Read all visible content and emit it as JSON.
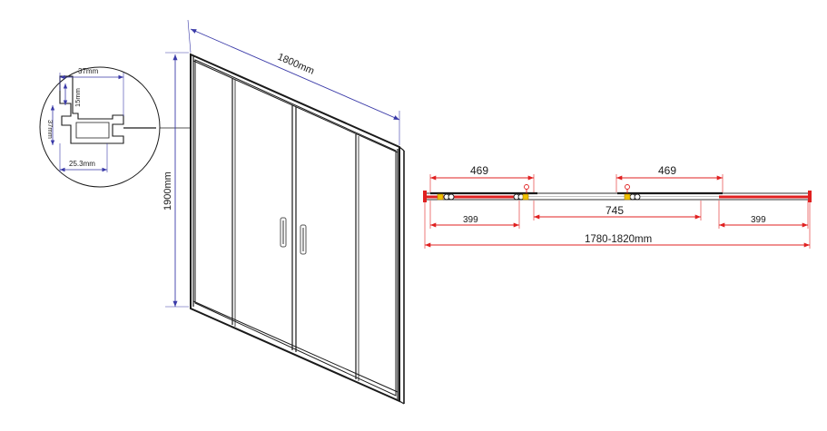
{
  "colors": {
    "dim_blue": "#3a3aa8",
    "dim_red": "#e02020",
    "frame": "#1a1a1a",
    "handle": "#555555",
    "accent_yellow": "#f2c200"
  },
  "detail": {
    "width_label": "37mm",
    "depth_label": "15mm",
    "height_label": "37mm",
    "base_label": "25.3mm"
  },
  "perspective": {
    "width_label": "1800mm",
    "height_label": "1900mm"
  },
  "plan": {
    "left_top_label": "469",
    "right_top_label": "469",
    "left_bottom_label": "399",
    "middle_label": "745",
    "right_bottom_label": "399",
    "total_label": "1780-1820mm"
  }
}
